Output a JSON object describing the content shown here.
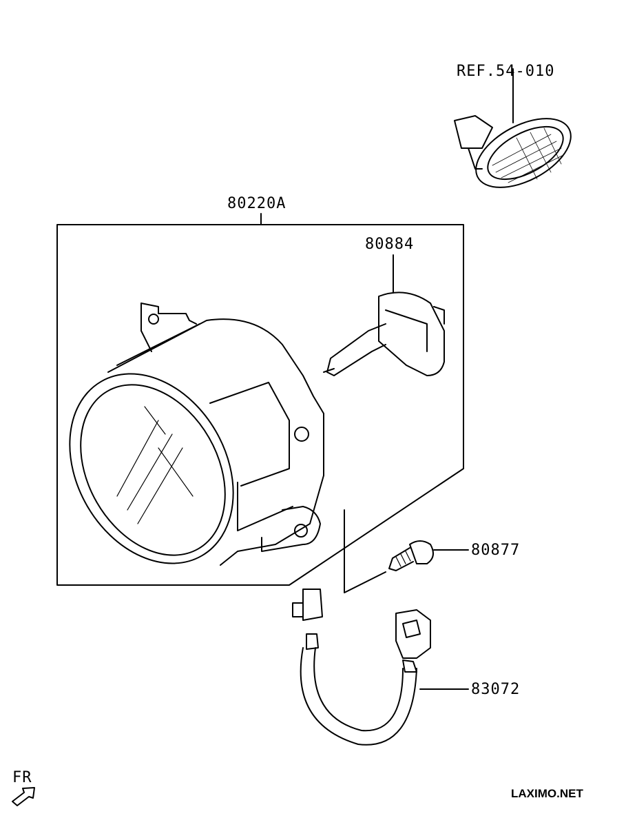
{
  "labels": {
    "ref": "REF.54-010",
    "assembly": "80220A",
    "bulb": "80884",
    "screw": "80877",
    "harness": "83072",
    "front": "FR"
  },
  "watermark": "LAXIMO.NET",
  "colors": {
    "line": "#000000",
    "background": "#ffffff"
  }
}
